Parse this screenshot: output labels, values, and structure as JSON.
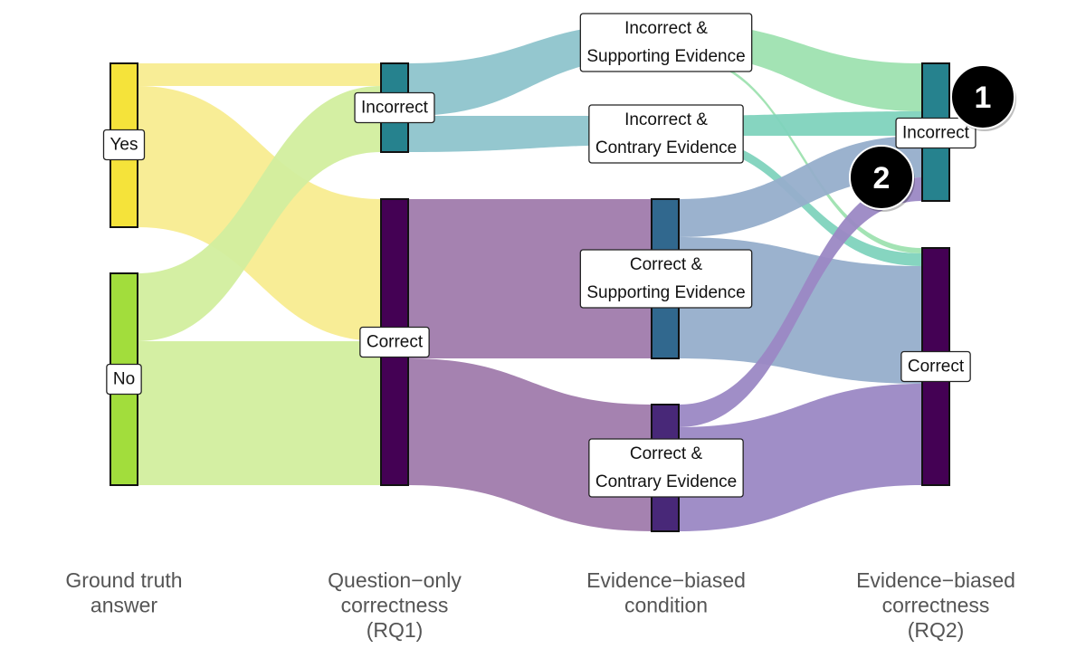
{
  "stages": [
    {
      "id": "ground_truth",
      "title_lines": [
        "Ground truth",
        "answer"
      ]
    },
    {
      "id": "rq1",
      "title_lines": [
        "Question−only",
        "correctness",
        "(RQ1)"
      ]
    },
    {
      "id": "condition",
      "title_lines": [
        "Evidence−biased",
        "condition"
      ]
    },
    {
      "id": "rq2",
      "title_lines": [
        "Evidence−biased",
        "correctness",
        "(RQ2)"
      ]
    }
  ],
  "nodes": {
    "yes": {
      "label_lines": [
        "Yes"
      ],
      "color": "#f5e33a"
    },
    "no": {
      "label_lines": [
        "No"
      ],
      "color": "#a2dd3c"
    },
    "q_incorrect": {
      "label_lines": [
        "Incorrect"
      ],
      "color": "#26828e"
    },
    "q_correct": {
      "label_lines": [
        "Correct"
      ],
      "color": "#440154"
    },
    "inc_sup": {
      "label_lines": [
        "Incorrect &",
        "Supporting Evidence"
      ],
      "color": "#22a884"
    },
    "inc_con": {
      "label_lines": [
        "Incorrect &",
        "Contrary Evidence"
      ],
      "color": "#1fa188"
    },
    "cor_sup": {
      "label_lines": [
        "Correct &",
        "Supporting Evidence"
      ],
      "color": "#31688e"
    },
    "cor_con": {
      "label_lines": [
        "Correct &",
        "Contrary Evidence"
      ],
      "color": "#482878"
    },
    "e_incorrect": {
      "label_lines": [
        "Incorrect"
      ],
      "color": "#26828e"
    },
    "e_correct": {
      "label_lines": [
        "Correct"
      ],
      "color": "#440154"
    }
  },
  "links": [
    {
      "source": "yes",
      "target": "q_incorrect",
      "color": "#f8ec90"
    },
    {
      "source": "yes",
      "target": "q_correct",
      "color": "#f8ec90"
    },
    {
      "source": "no",
      "target": "q_incorrect",
      "color": "#d2ee9e"
    },
    {
      "source": "no",
      "target": "q_correct",
      "color": "#d2ee9e"
    },
    {
      "source": "q_incorrect",
      "target": "inc_sup",
      "color": "#8ec4cc"
    },
    {
      "source": "q_incorrect",
      "target": "inc_con",
      "color": "#8ec4cc"
    },
    {
      "source": "q_correct",
      "target": "cor_sup",
      "color": "#a07bac"
    },
    {
      "source": "q_correct",
      "target": "cor_con",
      "color": "#a07bac"
    },
    {
      "source": "inc_sup",
      "target": "e_incorrect",
      "color": "#9ee2b0"
    },
    {
      "source": "inc_sup",
      "target": "e_correct",
      "color": "#9ee2b0"
    },
    {
      "source": "inc_con",
      "target": "e_incorrect",
      "color": "#7fd3bd"
    },
    {
      "source": "inc_con",
      "target": "e_correct",
      "color": "#7fd3bd"
    },
    {
      "source": "cor_sup",
      "target": "e_incorrect",
      "color": "#96aecb"
    },
    {
      "source": "cor_sup",
      "target": "e_correct",
      "color": "#96aecb"
    },
    {
      "source": "cor_con",
      "target": "e_incorrect",
      "color": "#9b88c4"
    },
    {
      "source": "cor_con",
      "target": "e_correct",
      "color": "#9b88c4"
    }
  ],
  "badges": [
    {
      "text": "1",
      "color": "#000000"
    },
    {
      "text": "2",
      "color": "#000000"
    }
  ]
}
